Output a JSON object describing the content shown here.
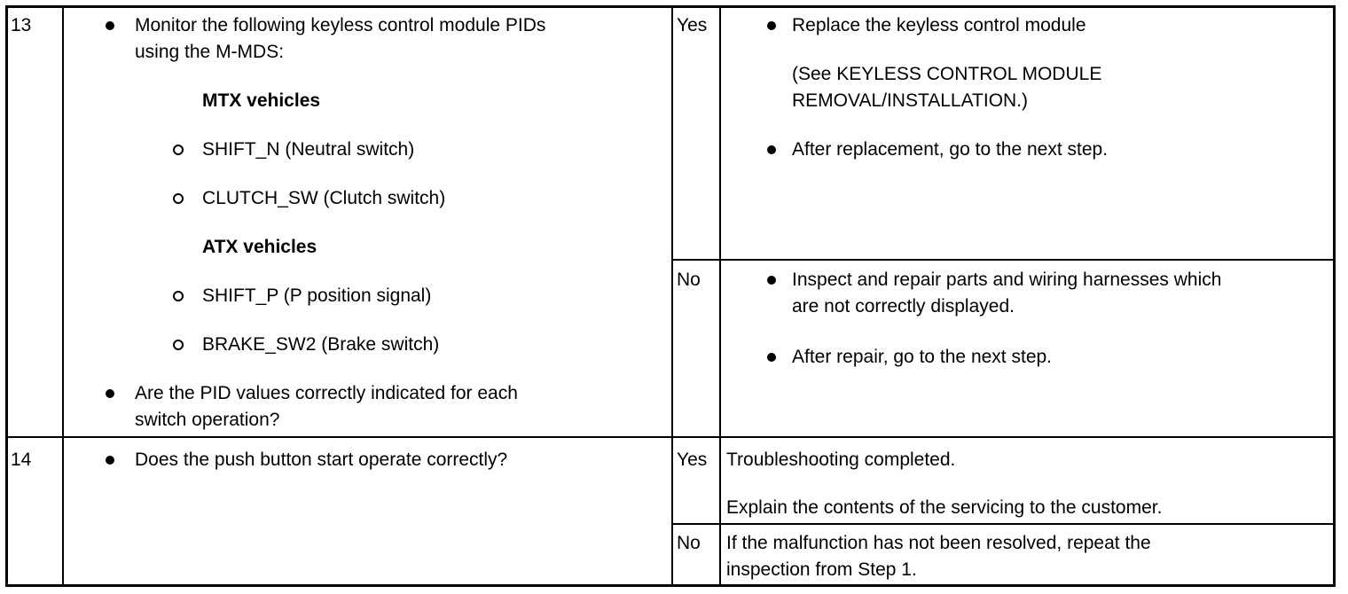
{
  "rows": [
    {
      "step": "13",
      "question": {
        "bullet1_line1": "Monitor the following keyless control module PIDs",
        "bullet1_line2": "using the M-MDS:",
        "mtx_heading": "MTX vehicles",
        "mtx_items": [
          "SHIFT_N (Neutral switch)",
          "CLUTCH_SW (Clutch switch)"
        ],
        "atx_heading": "ATX vehicles",
        "atx_items": [
          "SHIFT_P (P position signal)",
          "BRAKE_SW2 (Brake switch)"
        ],
        "bullet2_line1": "Are the PID values correctly indicated for each",
        "bullet2_line2": "switch operation?"
      },
      "yes": {
        "label": "Yes",
        "action1": "Replace the keyless control module",
        "ref_line1": "(See KEYLESS CONTROL MODULE",
        "ref_line2": "REMOVAL/INSTALLATION.)",
        "action2": "After replacement, go to the next step."
      },
      "no": {
        "label": "No",
        "action1_line1": "Inspect and repair parts and wiring harnesses which",
        "action1_line2": "are not correctly displayed.",
        "action2": "After repair, go to the next step."
      }
    },
    {
      "step": "14",
      "question": "Does the push button start operate correctly?",
      "yes": {
        "label": "Yes",
        "line1": "Troubleshooting completed.",
        "line2": "Explain the contents of the servicing to the customer."
      },
      "no": {
        "label": "No",
        "line1": "If the malfunction has not been resolved, repeat the",
        "line2": "inspection from Step 1."
      }
    }
  ]
}
